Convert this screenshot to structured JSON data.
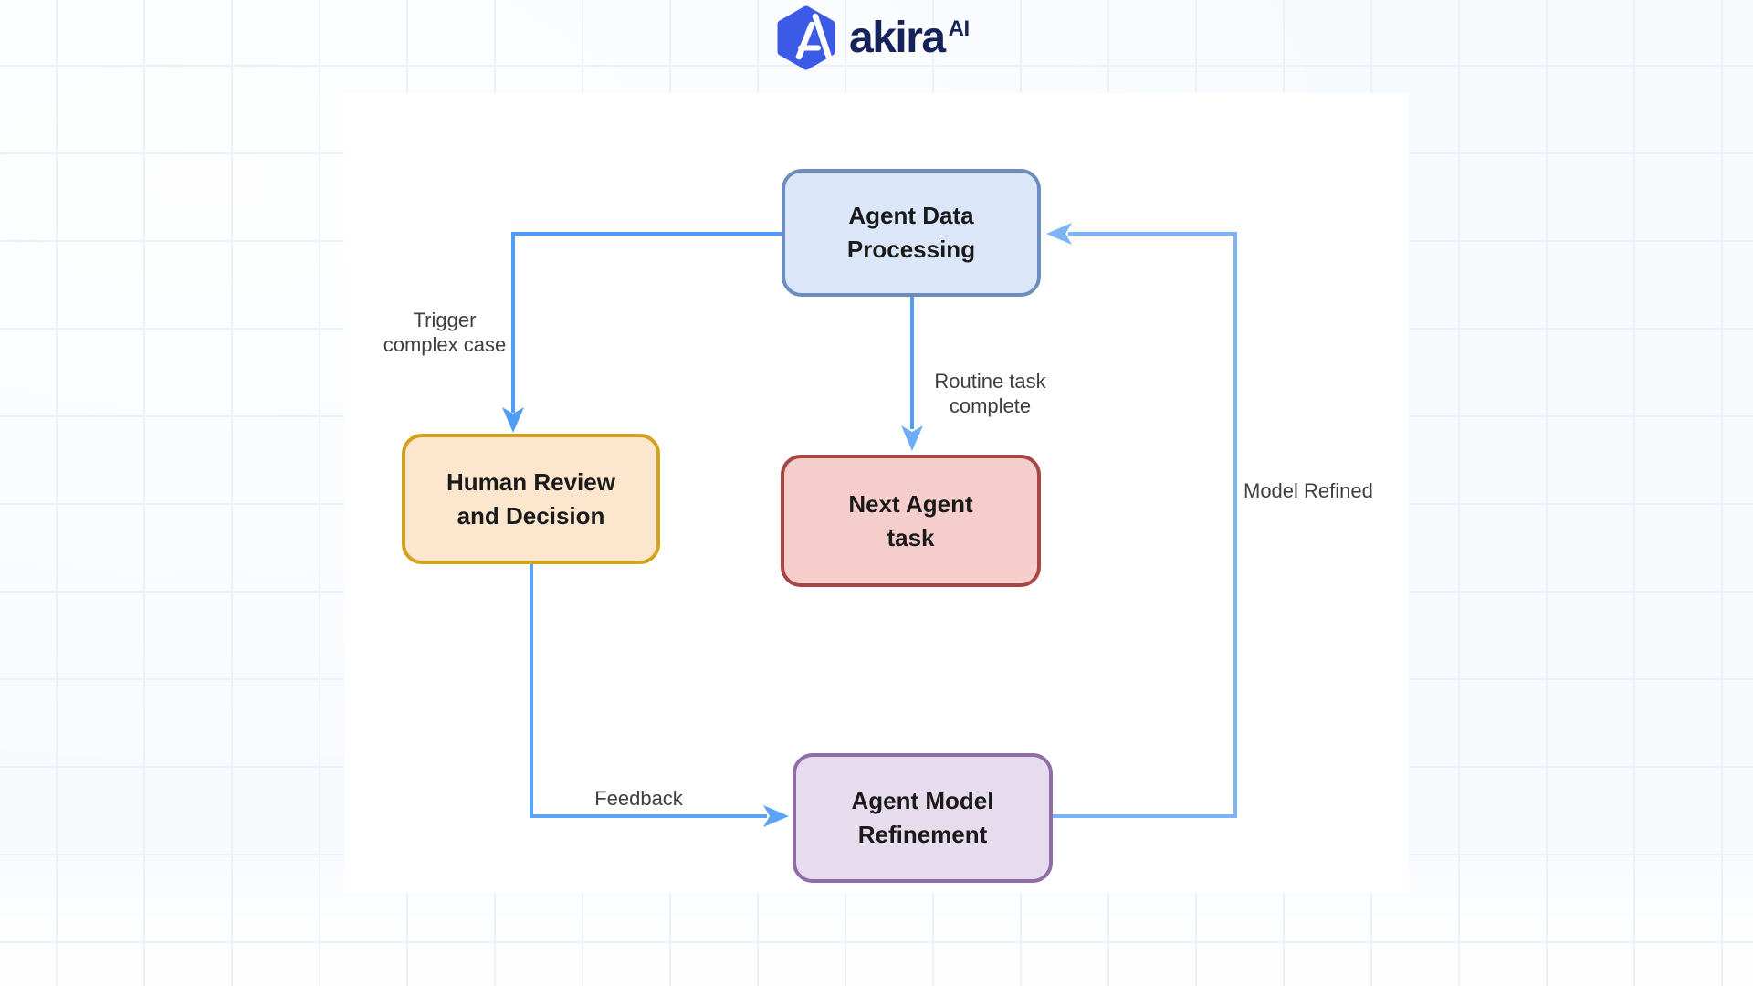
{
  "logo": {
    "brand": "akira",
    "superscript": "AI",
    "hexagon_color": "#3b5be7",
    "glyph_color": "#ffffff",
    "text_color": "#16235a"
  },
  "theme": {
    "page_background": "#f7fafd",
    "grid_line_color": "#e9f1fb",
    "canvas_background": "#ffffff",
    "arrow_color": "#4f9df6",
    "loop_arrow_color": "#7db4f8",
    "edge_label_color": "#3f3f3f"
  },
  "diagram": {
    "nodes": [
      {
        "id": "agent-data-processing",
        "line1": "Agent Data",
        "line2": "Processing",
        "fill": "#dbe7f9",
        "border": "#6c8ebf"
      },
      {
        "id": "human-review-decision",
        "line1": "Human Review",
        "line2": "and Decision",
        "fill": "#fce6cd",
        "border": "#d2a11d"
      },
      {
        "id": "next-agent-task",
        "line1": "Next Agent",
        "line2": "task",
        "fill": "#f5cecb",
        "border": "#a64744"
      },
      {
        "id": "agent-model-refinement",
        "line1": "Agent Model",
        "line2": "Refinement",
        "fill": "#e7dcee",
        "border": "#8f6da6"
      }
    ],
    "edges": [
      {
        "id": "trigger-complex-case",
        "from": "agent-data-processing",
        "to": "human-review-decision",
        "label_line1": "Trigger",
        "label_line2": "complex case"
      },
      {
        "id": "routine-task-complete",
        "from": "agent-data-processing",
        "to": "next-agent-task",
        "label_line1": "Routine task",
        "label_line2": "complete"
      },
      {
        "id": "feedback",
        "from": "human-review-decision",
        "to": "agent-model-refinement",
        "label": "Feedback"
      },
      {
        "id": "model-refined",
        "from": "agent-model-refinement",
        "to": "agent-data-processing",
        "label": "Model Refined"
      }
    ]
  }
}
